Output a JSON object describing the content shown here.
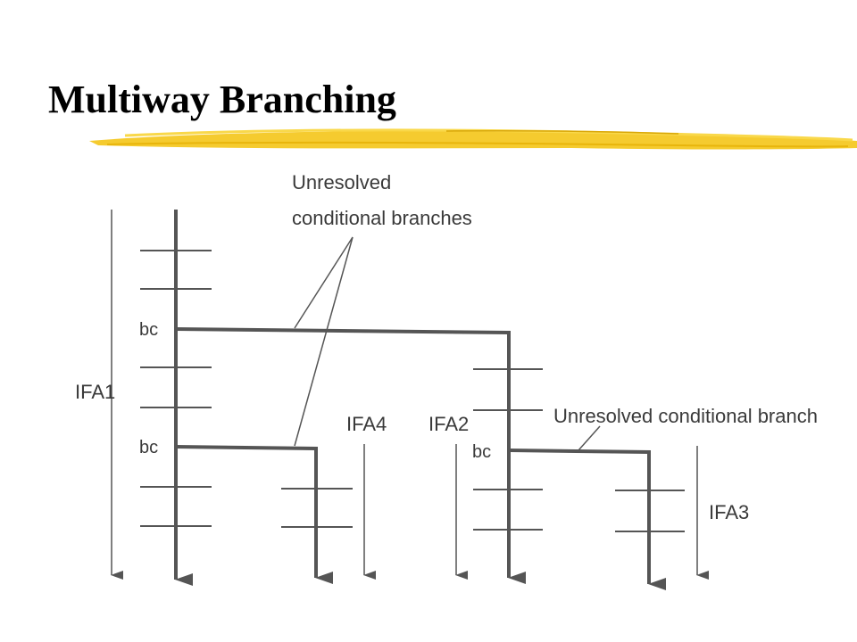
{
  "slide": {
    "title": "Multiway Branching",
    "underline_color": "#f2c20f"
  },
  "diagram": {
    "callout_top_line1": "Unresolved",
    "callout_top_line2": "conditional branches",
    "callout_right": "Unresolved conditional branch",
    "labels": {
      "ifa1": "IFA1",
      "ifa2": "IFA2",
      "ifa3": "IFA3",
      "ifa4": "IFA4",
      "bc": "bc"
    },
    "line_color": "#555555"
  }
}
